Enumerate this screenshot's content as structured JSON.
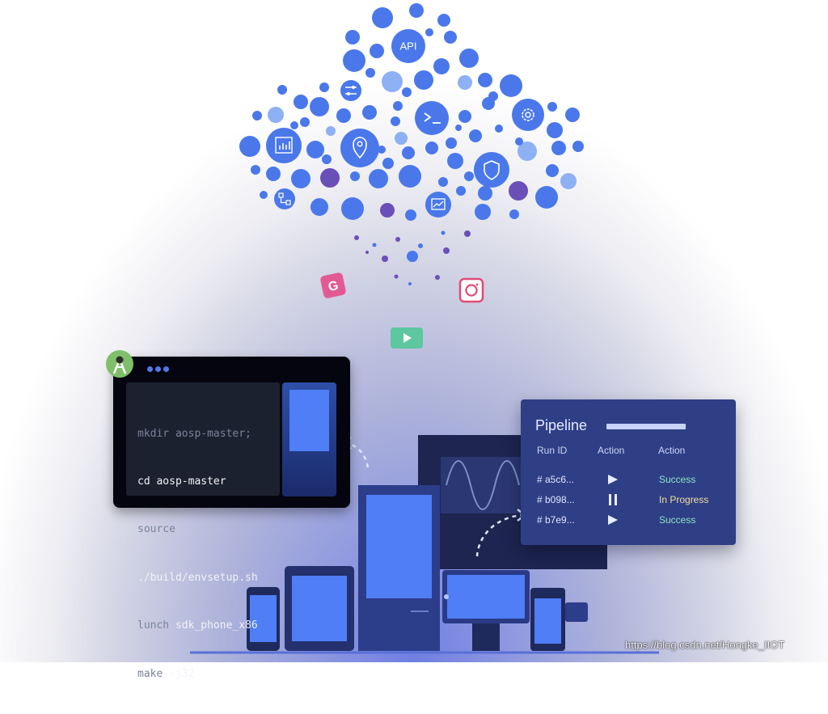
{
  "cloud": {
    "api_label": "API",
    "icons": [
      "sliders-icon",
      "terminal-prompt-icon",
      "gear-icon",
      "bar-chart-icon",
      "location-pin-icon",
      "shield-icon",
      "workflow-icon",
      "trend-chart-icon"
    ]
  },
  "apps": [
    {
      "icon": "g-letter-icon",
      "label": "G"
    },
    {
      "icon": "camera-icon"
    },
    {
      "icon": "play-icon"
    }
  ],
  "terminal": {
    "lines": [
      {
        "text": "mkdir aosp-master;",
        "tone": "dim"
      },
      {
        "text": "cd aosp-master",
        "tone": "bright"
      },
      {
        "text": "source",
        "tone": "dim"
      },
      {
        "text": "./build/envsetup.sh",
        "tone": "bright"
      },
      {
        "text": "lunch ",
        "tone": "dim",
        "rest": "sdk_phone_x86"
      },
      {
        "text": "make ",
        "tone": "dim",
        "rest": "-j32"
      }
    ]
  },
  "pipeline": {
    "title": "Pipeline",
    "headers": [
      "Run ID",
      "Action",
      "Action"
    ],
    "rows": [
      {
        "id": "# a5c6...",
        "action": "play",
        "status": "Success",
        "tone": "success"
      },
      {
        "id": "# b098...",
        "action": "pause",
        "status": "In Progress",
        "tone": "progress"
      },
      {
        "id": "# b7e9...",
        "action": "play",
        "status": "Success",
        "tone": "success"
      }
    ]
  },
  "colors": {
    "accent_blue": "#4f7ef6",
    "dot_blue": "#4a78ea",
    "dot_light": "#8eb0f5",
    "dot_purple": "#6b4fb8",
    "pipeline_bg": "#2f3f86",
    "success": "#8fe0c4",
    "in_progress": "#f3de9a"
  },
  "watermark": "https://blog.csdn.net/Hongke_IIOT"
}
